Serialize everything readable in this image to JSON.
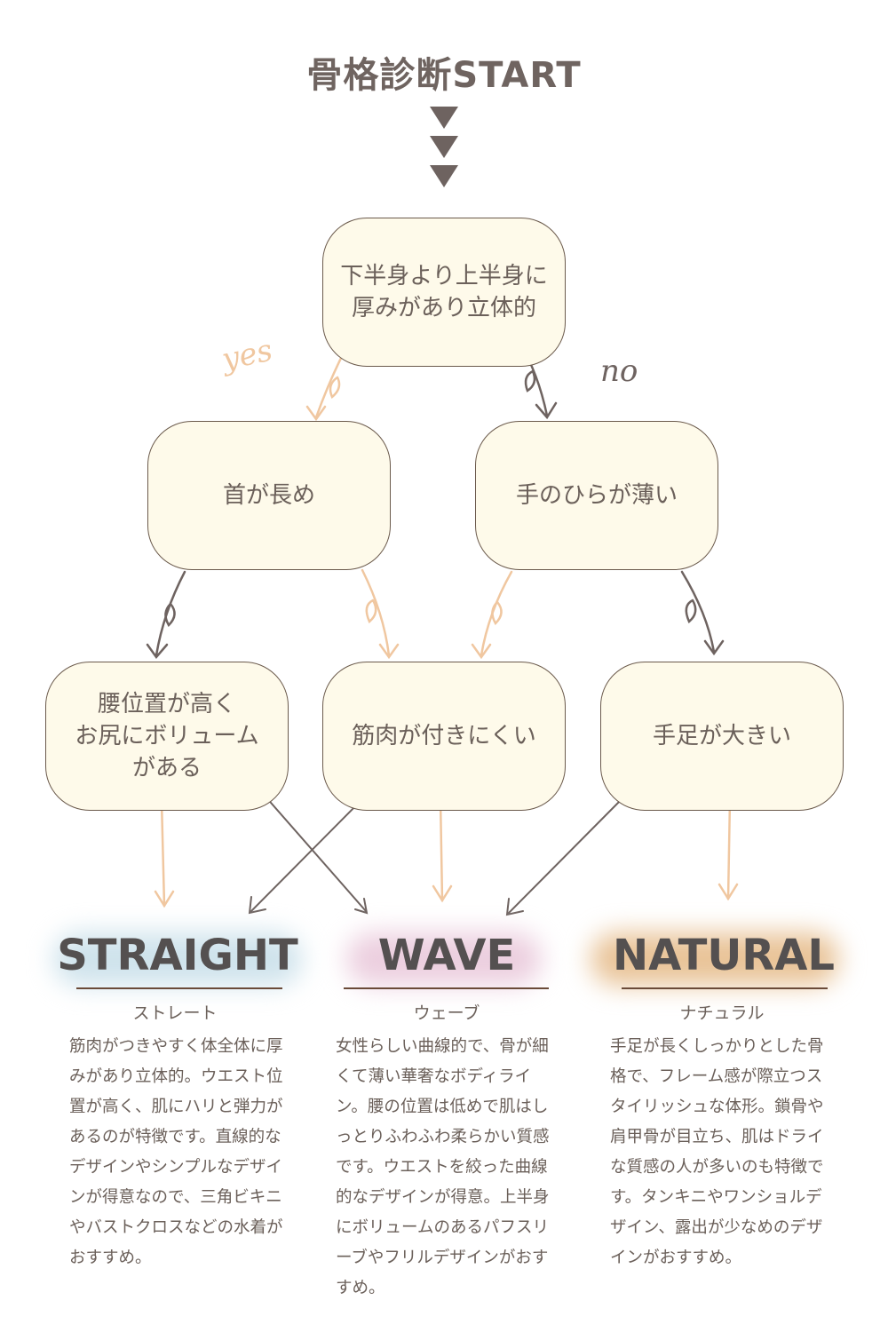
{
  "title": "骨格診断START",
  "labels": {
    "yes": "yes",
    "no": "no"
  },
  "questions": {
    "q1": "下半身より上半身に\n厚みがあり立体的",
    "q2": "首が長め",
    "q3": "手のひらが薄い",
    "q4": "腰位置が高く\nお尻にボリューム\nがある",
    "q5": "筋肉が付きにくい",
    "q6": "手足が大きい"
  },
  "colors": {
    "yes_arrow": "#f0c7a0",
    "no_arrow": "#6e6360",
    "node_fill": "#fefaea",
    "node_border": "#6b5a4c",
    "straight_glow": "#cfe3ec",
    "wave_glow": "#eccfdf",
    "natural_glow": "#e9c499"
  },
  "results": [
    {
      "name": "STRAIGHT",
      "kana": "ストレート",
      "description": "筋肉がつきやすく体全体に厚みがあり立体的。ウエスト位置が高く、肌にハリと弾力があるのが特徴です。直線的なデザインやシンプルなデザインが得意なので、三角ビキニやバストクロスなどの水着がおすすめ。"
    },
    {
      "name": "WAVE",
      "kana": "ウェーブ",
      "description": "女性らしい曲線的で、骨が細くて薄い華奢なボディライン。腰の位置は低めで肌はしっとりふわふわ柔らかい質感です。ウエストを絞った曲線的なデザインが得意。上半身にボリュームのあるパフスリーブやフリルデザインがおすすめ。"
    },
    {
      "name": "NATURAL",
      "kana": "ナチュラル",
      "description": "手足が長くしっかりとした骨格で、フレーム感が際立つスタイリッシュな体形。鎖骨や肩甲骨が目立ち、肌はドライな質感の人が多いのも特徴です。タンキニやワンショルデザイン、露出が少なめのデザインがおすすめ。"
    }
  ]
}
